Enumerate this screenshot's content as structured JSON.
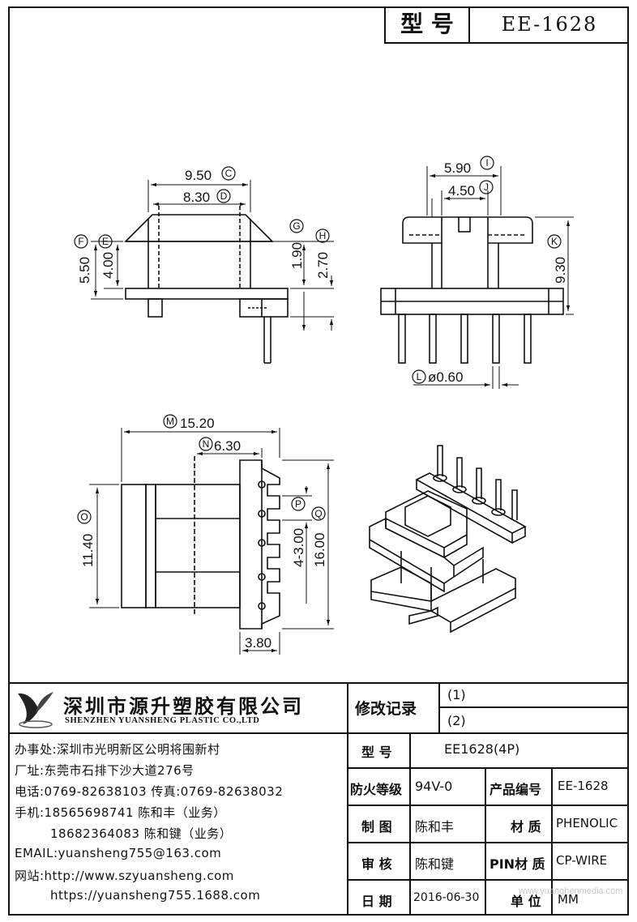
{
  "header": {
    "model_label": "型 号",
    "model_value": "EE-1628"
  },
  "dimensions": {
    "C": {
      "letter": "C",
      "value": "9.50"
    },
    "D": {
      "letter": "D",
      "value": "8.30"
    },
    "E": {
      "letter": "E",
      "value": "4.00"
    },
    "F": {
      "letter": "F",
      "value": "5.50"
    },
    "G": {
      "letter": "G",
      "value": "1.90"
    },
    "H": {
      "letter": "H",
      "value": "2.70"
    },
    "I": {
      "letter": "I",
      "value": "5.90"
    },
    "J": {
      "letter": "J",
      "value": "4.50"
    },
    "K": {
      "letter": "K",
      "value": "9.30"
    },
    "L": {
      "letter": "L",
      "value": "ø0.60"
    },
    "M": {
      "letter": "M",
      "value": "15.20"
    },
    "N": {
      "letter": "N",
      "value": "6.30"
    },
    "O": {
      "letter": "O",
      "value": "11.40"
    },
    "P": {
      "letter": "P",
      "value": "4-3.00"
    },
    "Q": {
      "letter": "Q",
      "value": "16.00"
    },
    "R": {
      "value": "3.80"
    }
  },
  "company": {
    "name_cn": "深圳市源升塑胶有限公司",
    "name_en": "SHENZHEN YUANSHENG PLASTIC CO.,LTD",
    "office": "办事处:深圳市光明新区公明将围新村",
    "factory": "厂址:东莞市石排下沙大道276号",
    "phone": "电话:0769-82638103 传真:0769-82638032",
    "mobile1": "手机:18565698741 陈和丰（业务）",
    "mobile2": "18682364083 陈和键（业务）",
    "email": "EMAIL:yuansheng755@163.com",
    "site_label": "网站:http://www.szyuansheng.com",
    "site2": "https://yuansheng755.1688.com"
  },
  "revisions": {
    "label": "修改记录",
    "r1": "(1)",
    "r2": "(2)"
  },
  "spec": {
    "model_label": "型 号",
    "model_value": "EE1628(4P)",
    "fire_label": "防火等级",
    "fire_value": "94V-0",
    "product_no_label": "产品编号",
    "product_no_value": "EE-1628",
    "drawn_label": "制 图",
    "drawn_value": "陈和丰",
    "material_label": "材 质",
    "material_value": "PHENOLIC",
    "check_label": "审 核",
    "check_value": "陈和键",
    "pin_material_label": "PIN材 质",
    "pin_material_value": "CP-WIRE",
    "date_label": "日 期",
    "date_value": "2016-06-30",
    "unit_label": "单 位",
    "unit_value": "MM"
  },
  "watermark": "www.yuanghenmedia.com"
}
